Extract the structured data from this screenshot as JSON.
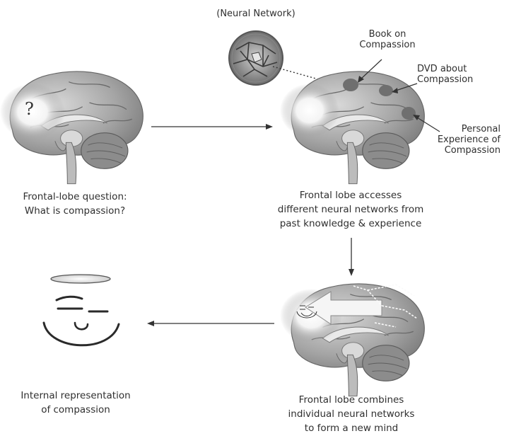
{
  "network_label": "(Neural Network)",
  "brain_labels": {
    "book": "Book on\nCompassion",
    "dvd": "DVD about\nCompassion",
    "personal": "Personal\nExperience of\nCompassion"
  },
  "question_mark": "?",
  "captions": {
    "step1": "Frontal-lobe question:\nWhat is compassion?",
    "step2": "Frontal lobe accesses\ndifferent neural networks from\npast knowledge & experience",
    "step3": "Frontal lobe combines\nindividual neural networks\nto form a new mind",
    "step4": "Internal representation\nof compassion"
  },
  "colors": {
    "brain_dark": "#7a7a7a",
    "brain_mid": "#9e9e9e",
    "brain_light": "#d6d6d6",
    "glow": "#ffffff",
    "arrow": "#333333"
  }
}
